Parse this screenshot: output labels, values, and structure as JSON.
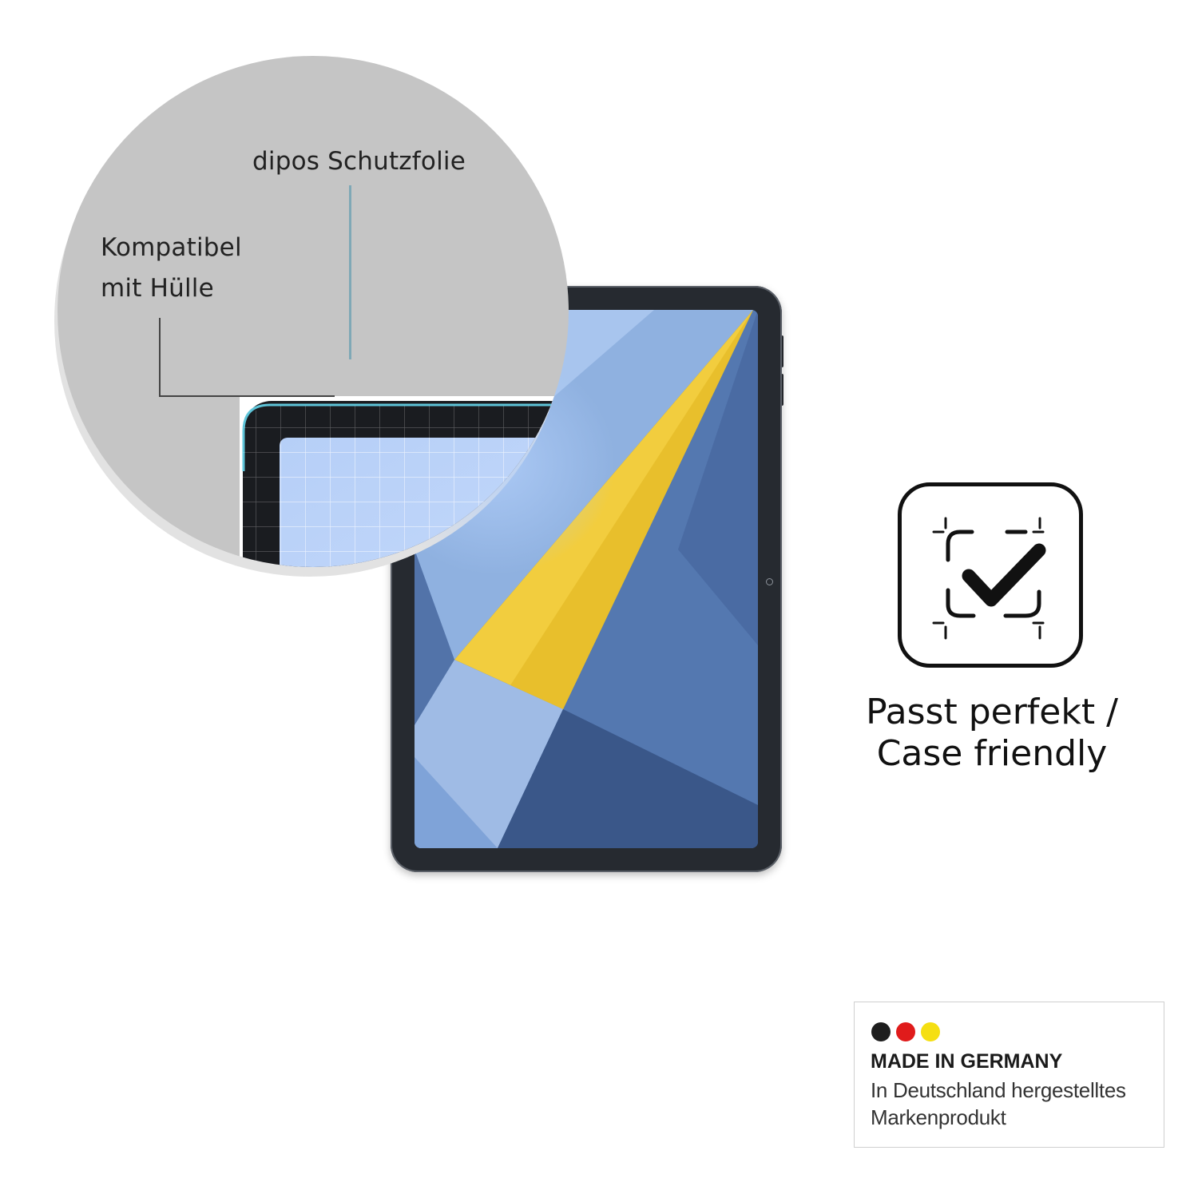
{
  "zoom": {
    "film_label": "dipos Schutzfolie",
    "compat_label_line1": "Kompatibel",
    "compat_label_line2": "mit Hülle"
  },
  "fit_badge": {
    "caption_line1": "Passt perfekt /",
    "caption_line2": "Case friendly",
    "icon": "focus-check-icon"
  },
  "made_in_germany": {
    "title": "MADE IN GERMANY",
    "subtitle_line1": "In Deutschland hergestelltes",
    "subtitle_line2": "Markenprodukt",
    "flag_colors": [
      "#1e1e1e",
      "#e01b1b",
      "#f5df12"
    ]
  },
  "colors": {
    "wallpaper_blue": "#4a6aa0",
    "wallpaper_yellow": "#f2cd3e",
    "film_edge": "#5ec4d8"
  }
}
